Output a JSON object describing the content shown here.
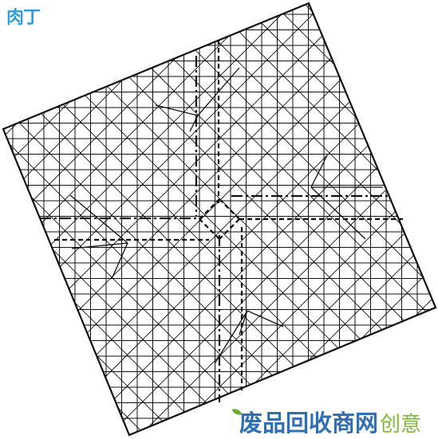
{
  "diagram": {
    "type": "origami crease pattern",
    "line_color": "#111111",
    "paper_color": "#ffffff"
  },
  "watermarks": {
    "top_left": "肉丁",
    "top_left_color": "#2e9fd8",
    "bottom_brand": "废品回收商网",
    "bottom_brand_color": "#2e6fb5",
    "bottom_sub": "创意",
    "bottom_sub_color": "#7fb93a"
  }
}
